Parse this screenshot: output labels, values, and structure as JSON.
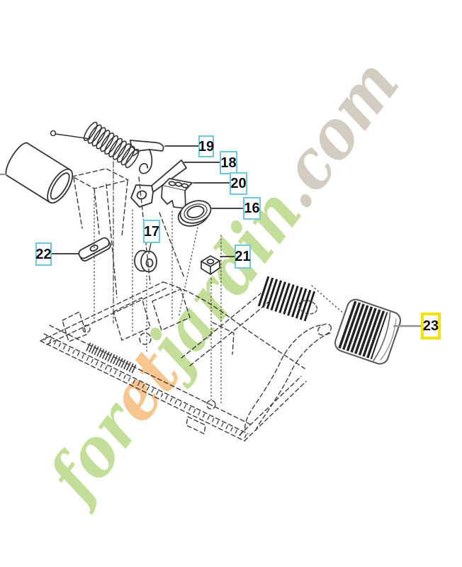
{
  "diagram": {
    "type": "exploded-parts-diagram",
    "part_numbers_visible": [
      "16",
      "17",
      "18",
      "19",
      "20",
      "21",
      "22",
      "23"
    ],
    "selected_part": "23"
  },
  "callouts": [
    {
      "label": "19",
      "highlighted": false
    },
    {
      "label": "18",
      "highlighted": false
    },
    {
      "label": "20",
      "highlighted": false
    },
    {
      "label": "16",
      "highlighted": false
    },
    {
      "label": "17",
      "highlighted": false
    },
    {
      "label": "22",
      "highlighted": false
    },
    {
      "label": "21",
      "highlighted": false
    },
    {
      "label": "23",
      "highlighted": true
    }
  ],
  "colors": {
    "callout_border": "#70c8dc",
    "callout_highlight_border": "#f6e400",
    "line_art": "#333333",
    "gray_leader": "#909090",
    "background": "#ffffff"
  },
  "watermark": {
    "full_text": "foretjardin.com",
    "segments": [
      {
        "text": "for",
        "color": "#bfdd94"
      },
      {
        "text": "et",
        "color": "#f7c489"
      },
      {
        "text": "jardin",
        "color": "#bfdd94"
      },
      {
        "text": ".com",
        "color": "#d1cabd"
      }
    ]
  }
}
